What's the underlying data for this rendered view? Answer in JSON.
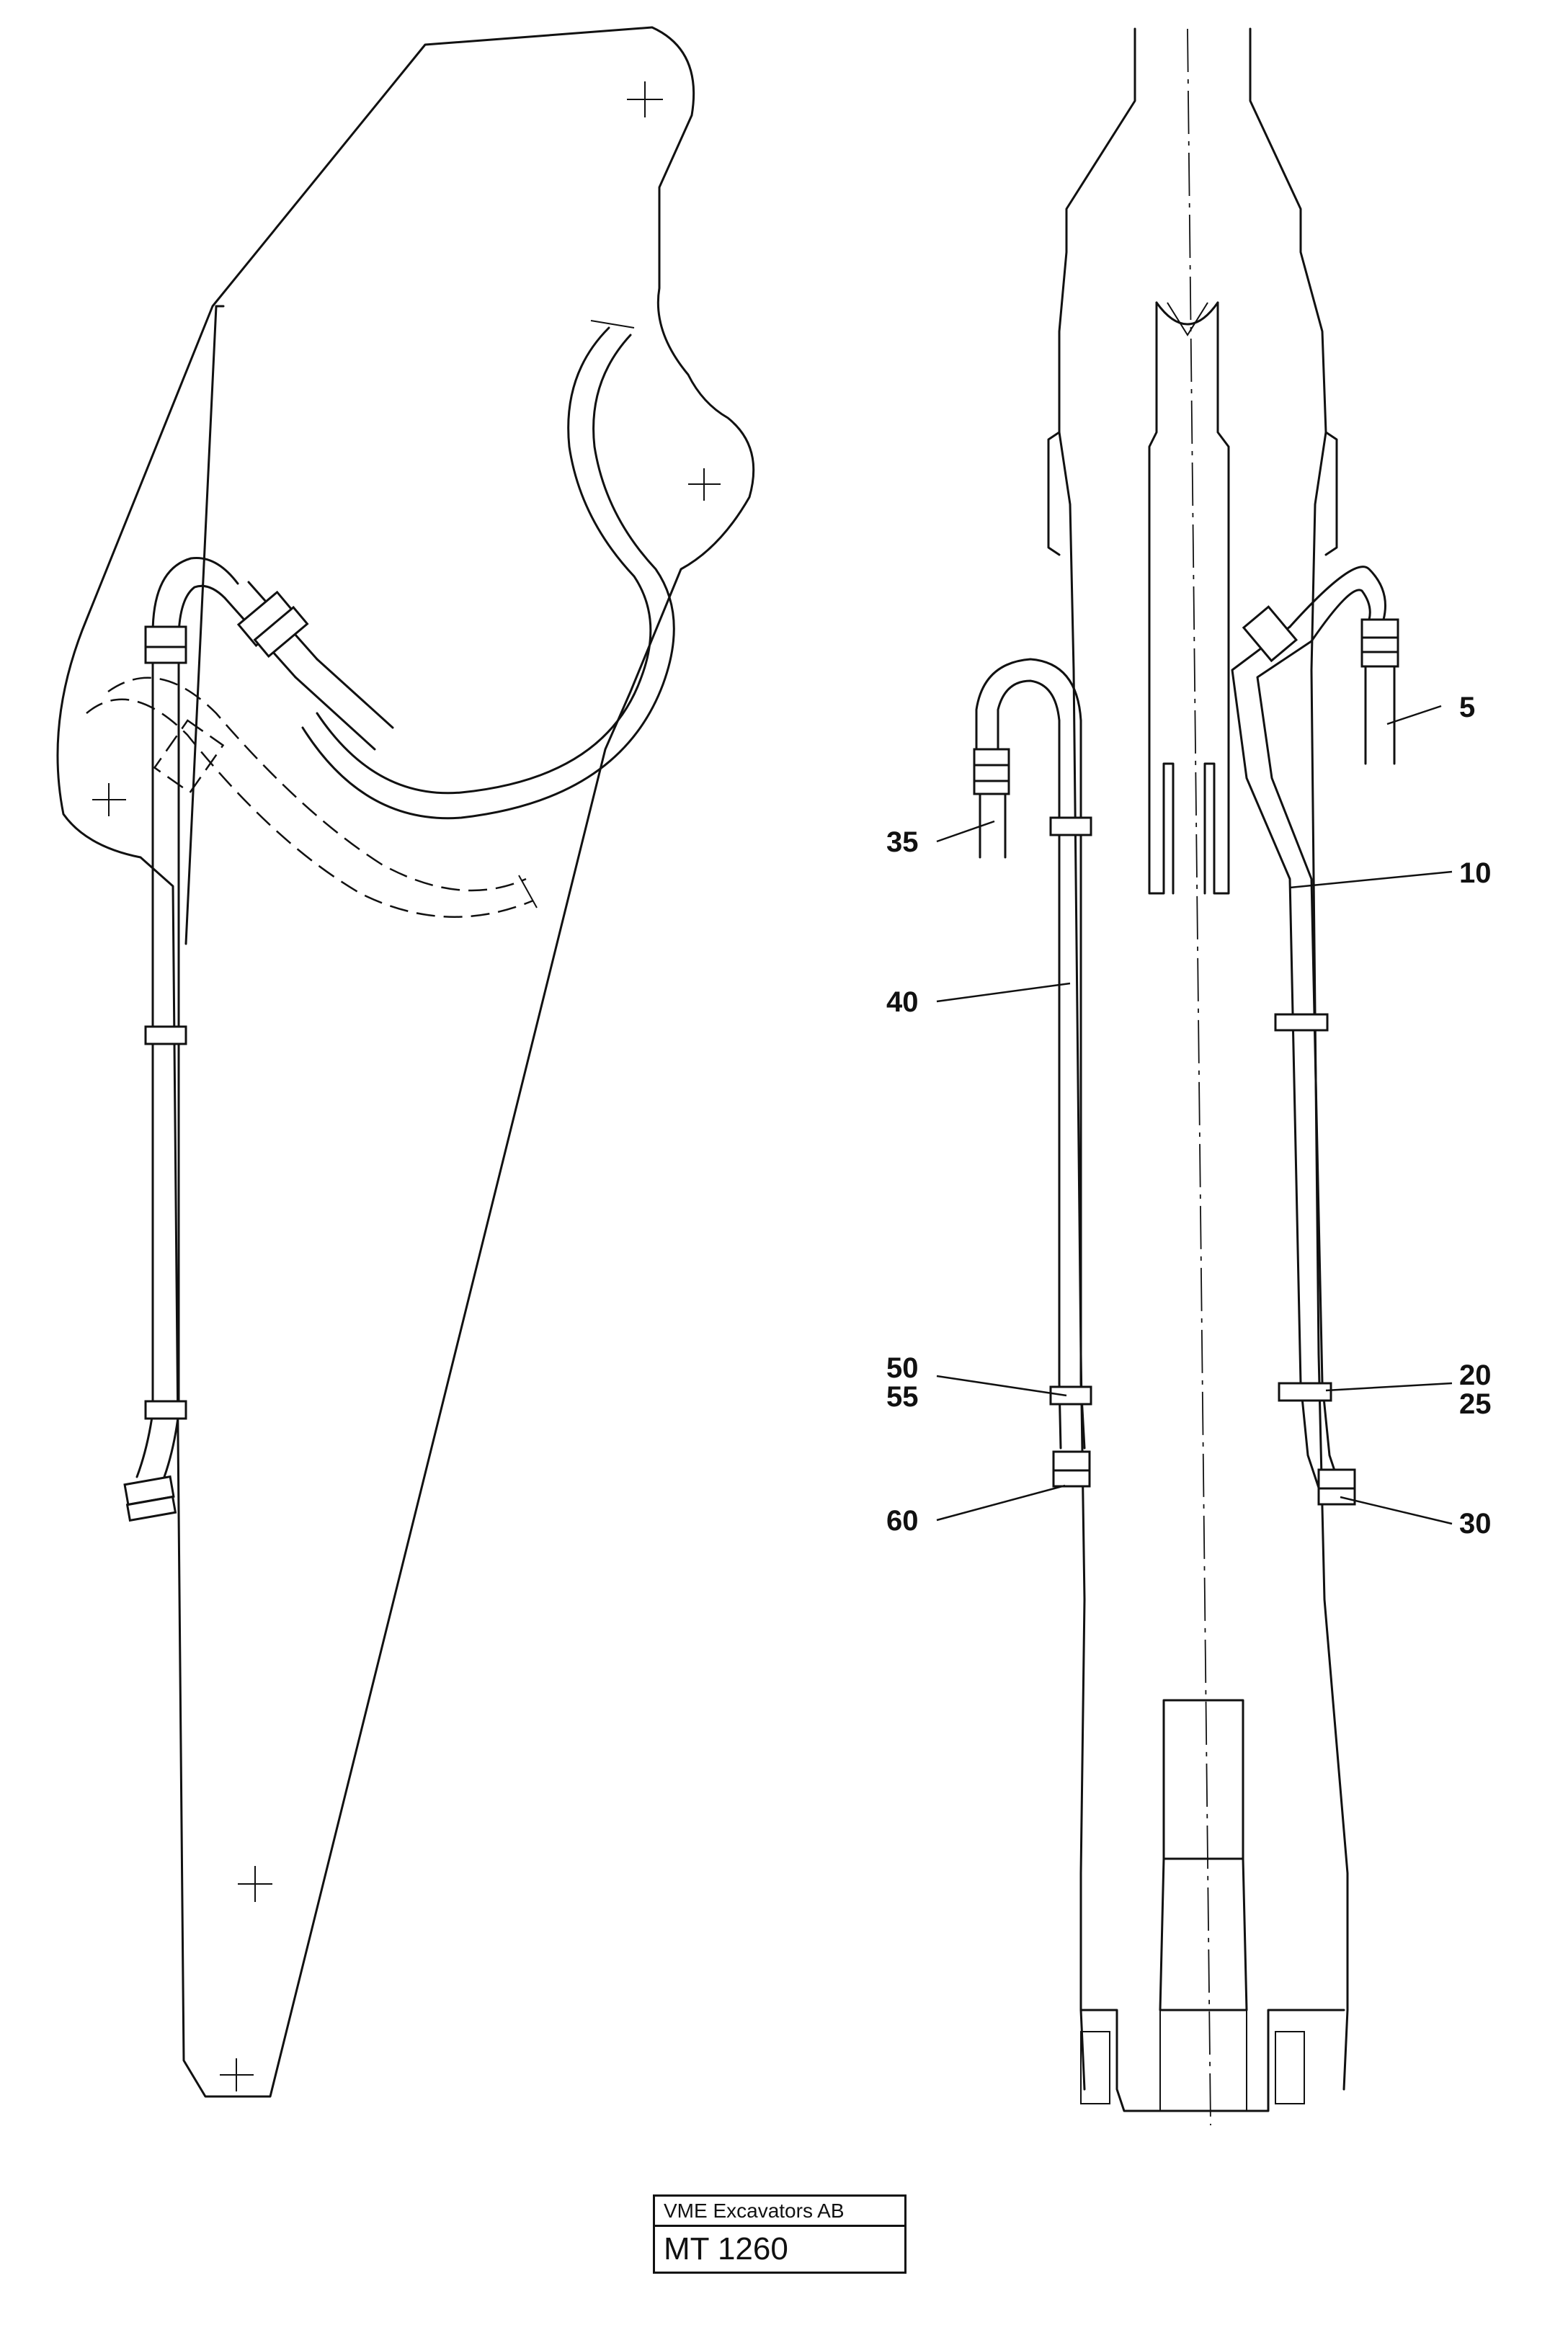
{
  "callouts": [
    {
      "id": "5",
      "text": "5"
    },
    {
      "id": "10",
      "text": "10"
    },
    {
      "id": "20",
      "text": "20"
    },
    {
      "id": "25",
      "text": "25"
    },
    {
      "id": "30",
      "text": "30"
    },
    {
      "id": "35",
      "text": "35"
    },
    {
      "id": "40",
      "text": "40"
    },
    {
      "id": "50",
      "text": "50"
    },
    {
      "id": "55",
      "text": "55"
    },
    {
      "id": "60",
      "text": "60"
    }
  ],
  "title_block": {
    "company": "VME Excavators AB",
    "code": "MT 1260"
  }
}
